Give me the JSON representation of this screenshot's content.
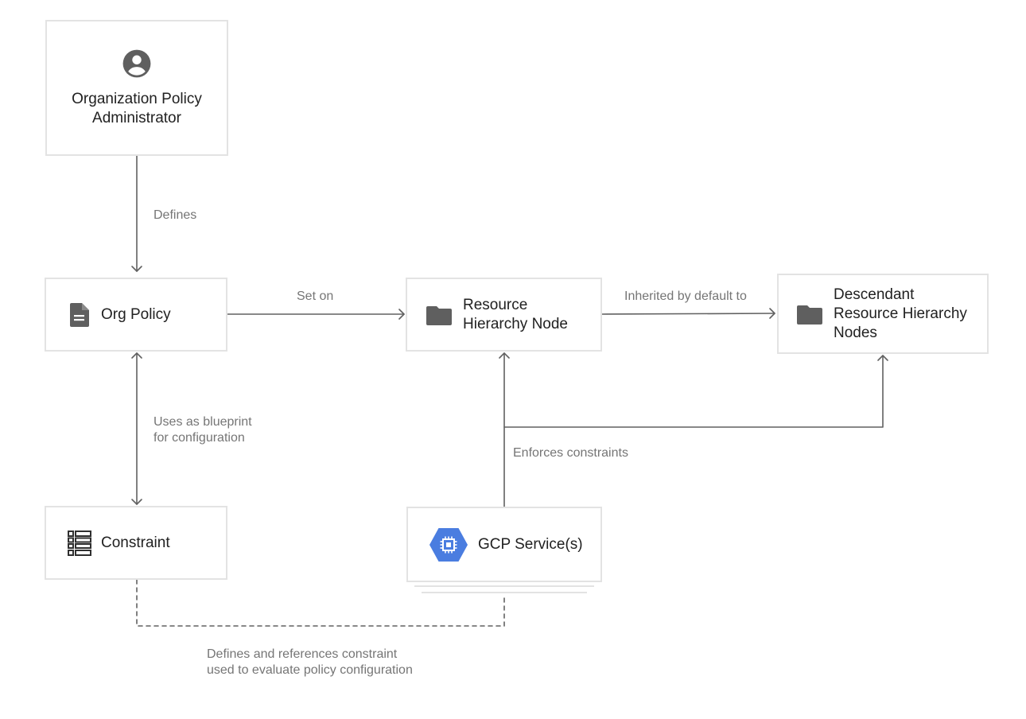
{
  "nodes": {
    "admin": {
      "label_line1": "Organization Policy",
      "label_line2": "Administrator",
      "icon": "account-circle-icon"
    },
    "org_policy": {
      "label": "Org Policy",
      "icon": "document-icon"
    },
    "resource_node": {
      "label_line1": "Resource",
      "label_line2": "Hierarchy Node",
      "icon": "folder-icon"
    },
    "descendant": {
      "label_line1": "Descendant",
      "label_line2": "Resource Hierarchy",
      "label_line3": "Nodes",
      "icon": "folder-icon"
    },
    "constraint": {
      "label": "Constraint",
      "icon": "list-icon"
    },
    "gcp_service": {
      "label": "GCP Service(s)",
      "icon": "compute-engine-icon"
    }
  },
  "edges": {
    "defines": "Defines",
    "set_on": "Set on",
    "inherited": "Inherited by default to",
    "blueprint_line1": "Uses as blueprint",
    "blueprint_line2": "for configuration",
    "enforces": "Enforces constraints",
    "references_line1": "Defines and references constraint",
    "references_line2": "used to evaluate policy configuration"
  },
  "colors": {
    "box_border": "#e3e3e3",
    "connector": "#616161",
    "icon": "#5f5f5f",
    "text": "#212121",
    "edge_text": "#757575",
    "gcp_blue": "#4a7de0"
  }
}
